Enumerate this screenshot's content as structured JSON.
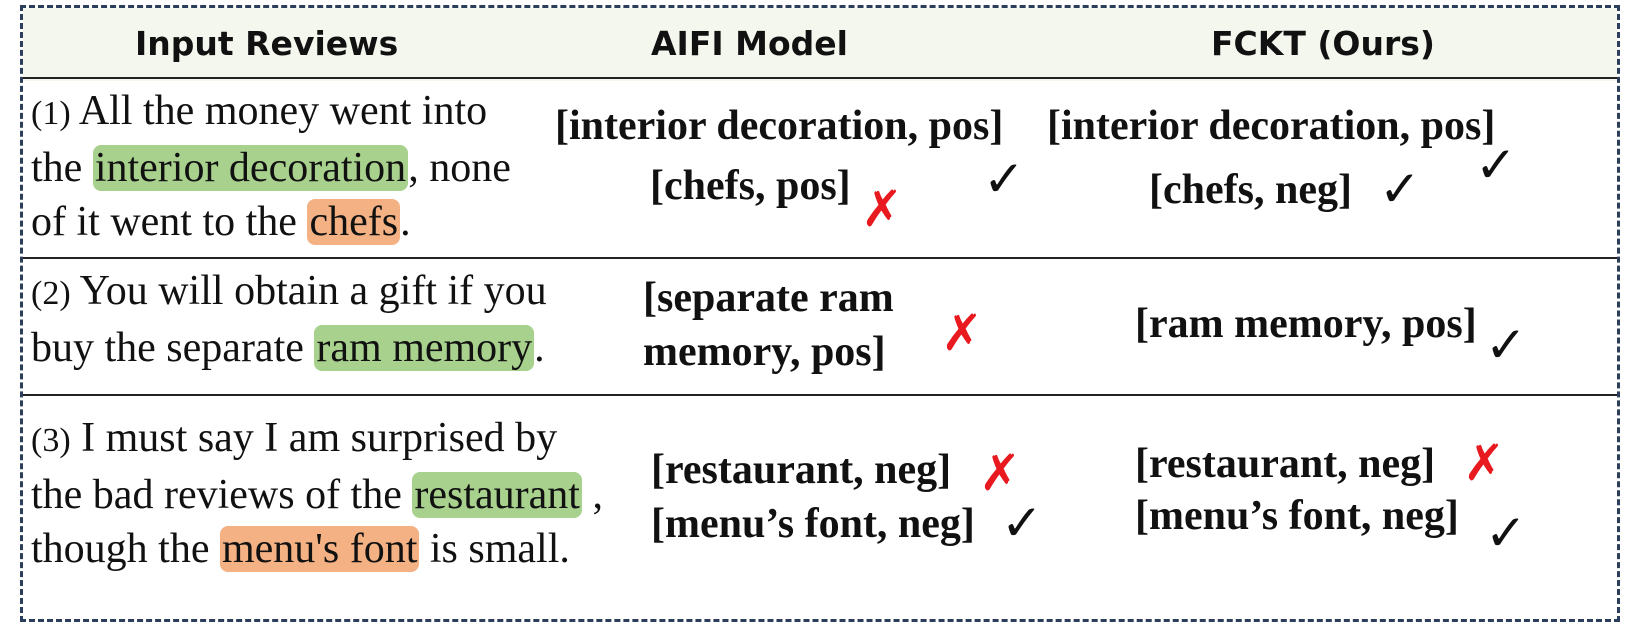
{
  "headers": {
    "input": "Input Reviews",
    "aifi": "AIFI Model",
    "fckt": "FCKT (Ours)"
  },
  "marks": {
    "check": "✓",
    "cross": "✗"
  },
  "colors": {
    "aspect_green": "#a9d18e",
    "aspect_orange": "#f4b183",
    "cross_red": "#e8191f"
  },
  "rows": [
    {
      "number": "(1)",
      "review": {
        "t1": " All the money went into",
        "t2": "the ",
        "h1": "interior decoration",
        "t3": ", none",
        "t4": "of it went to the ",
        "h2": "chefs",
        "t5": "."
      },
      "aifi": [
        "[interior decoration, pos]",
        "[chefs, pos]"
      ],
      "fckt": [
        "[interior decoration, pos]",
        "[chefs, neg]"
      ]
    },
    {
      "number": "(2)",
      "review": {
        "t1": " You will obtain a gift if you",
        "t2": "buy the separate ",
        "h1": "ram memory",
        "t3": "."
      },
      "aifi": [
        "[separate ram",
        "memory, pos]"
      ],
      "fckt": [
        "[ram memory, pos]"
      ]
    },
    {
      "number": "(3)",
      "review": {
        "t1": " I must say I am surprised by",
        "t2": "the bad reviews of the ",
        "h1": "restaurant",
        "t3": " ,",
        "t4": "though the ",
        "h2": "menu's font",
        "t5": " is small."
      },
      "aifi": [
        "[restaurant, neg]",
        "[menu’s font, neg]"
      ],
      "fckt": [
        "[restaurant, neg]",
        "[menu’s font, neg]"
      ]
    }
  ]
}
